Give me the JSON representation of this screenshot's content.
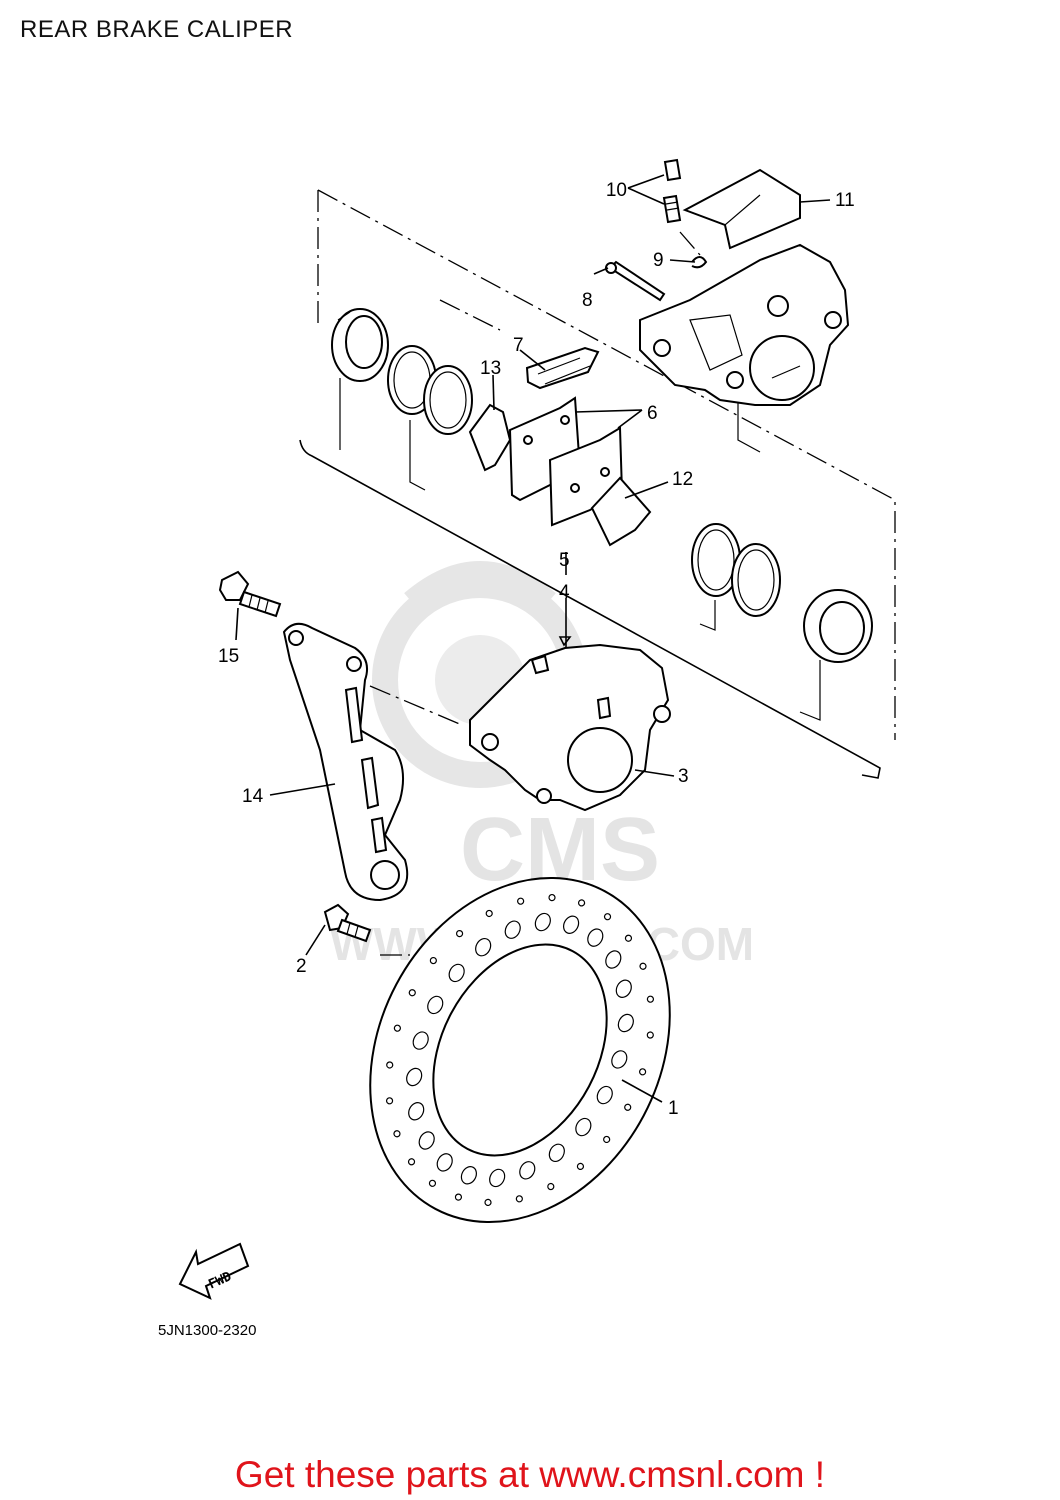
{
  "title": "REAR BRAKE CALIPER",
  "watermark": {
    "logo_text": "CMS",
    "url_text": "WWW.CMSNL.COM"
  },
  "fwd_label": "FWD",
  "part_labels": {
    "p1": "1",
    "p2": "2",
    "p3": "3",
    "p4": "4",
    "p5": "5",
    "p6": "6",
    "p7": "7",
    "p8": "8",
    "p9": "9",
    "p10": "10",
    "p11": "11",
    "p12": "12",
    "p13": "13",
    "p14": "14",
    "p15": "15"
  },
  "reference_code": "5JN1300-2320",
  "cta_text": "Get these parts at www.cmsnl.com !",
  "colors": {
    "cta": "#e0141b",
    "line": "#000000",
    "watermark": "#e4e4e4"
  }
}
